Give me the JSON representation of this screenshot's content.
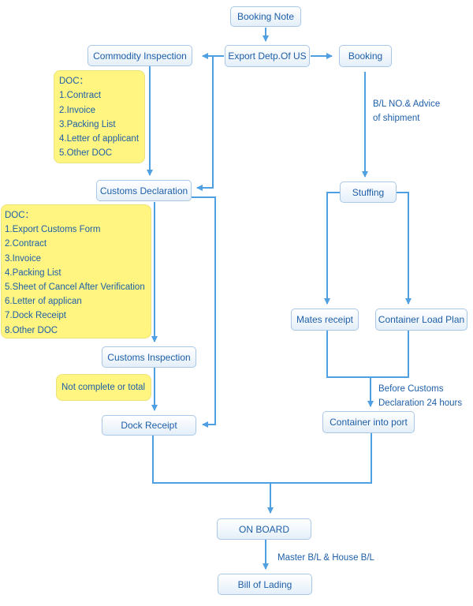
{
  "nodes": {
    "booking_note": "Booking Note",
    "export_dept": "Export Detp.Of US",
    "commodity_inspection": "Commodity Inspection",
    "booking": "Booking",
    "customs_declaration": "Customs Declaration",
    "stuffing": "Stuffing",
    "mates_receipt": "Mates receipt",
    "container_load_plan": "Container Load Plan",
    "customs_inspection": "Customs Inspection",
    "dock_receipt": "Dock Receipt",
    "container_into_port": "Container into port",
    "on_board": "ON BOARD",
    "bill_of_lading": "Bill of Lading"
  },
  "notes": {
    "doc1": {
      "title": "DOC：",
      "items": [
        "1.Contract",
        "2.Invoice",
        "3.Packing List",
        "4.Letter of applicant",
        "5.Other DOC"
      ]
    },
    "doc2": {
      "title": "DOC：",
      "items": [
        "1.Export Customs Form",
        "2.Contract",
        "3.Invoice",
        "4.Packing List",
        "5.Sheet of Cancel After Verification",
        "6.Letter of applican",
        "7.Dock Receipt",
        "8.Other DOC"
      ]
    },
    "incomplete": "Not complete or total"
  },
  "labels": {
    "bl_advice": [
      "B/L NO.& Advice",
      "of shipment"
    ],
    "before_customs": [
      "Before Customs",
      "Declaration 24 hours"
    ],
    "master_house": "Master B/L & House B/L"
  },
  "colors": {
    "line": "#4f9fe3",
    "text": "#1e5fa8",
    "node_border": "#a9c7e6",
    "note_fill": "#fff580"
  }
}
